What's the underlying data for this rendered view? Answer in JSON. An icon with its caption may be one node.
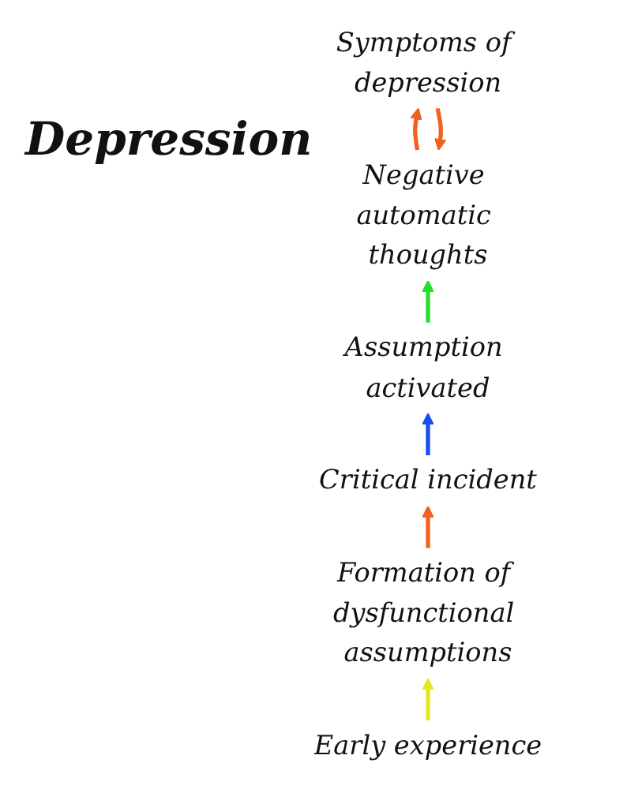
{
  "diagram": {
    "title": "Depression",
    "nodes": [
      {
        "text": [
          "Symptoms of depression"
        ]
      },
      {
        "text": [
          "Negative automatic thoughts"
        ]
      },
      {
        "text": [
          "Assumption activated"
        ]
      },
      {
        "text": [
          "Critical incident"
        ]
      },
      {
        "text": [
          "Formation of dysfunctional assumptions"
        ]
      },
      {
        "text": [
          "Early experience"
        ]
      }
    ],
    "edges": [
      {
        "from": 5,
        "to": 4,
        "arrow": "to",
        "color": "#e3e81c"
      },
      {
        "from": 4,
        "to": 3,
        "arrow": "to",
        "color": "#f0621e"
      },
      {
        "from": 3,
        "to": 2,
        "arrow": "to",
        "color": "#1a4cf0"
      },
      {
        "from": 2,
        "to": 1,
        "arrow": "to",
        "color": "#22e02a"
      },
      {
        "from": 1,
        "to": 0,
        "arrow": "to",
        "color": "#f0621e"
      },
      {
        "from": 0,
        "to": 1,
        "arrow": "to",
        "color": "#f0621e"
      }
    ]
  }
}
